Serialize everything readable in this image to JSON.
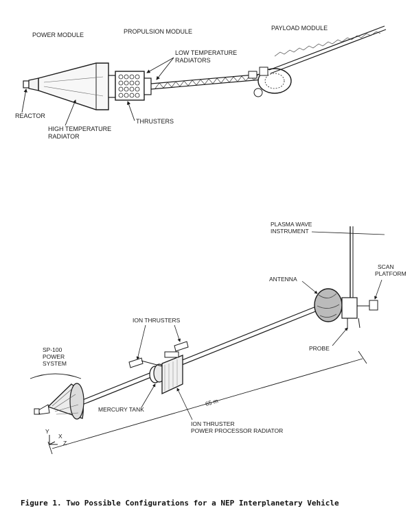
{
  "top_diagram": {
    "module_labels": [
      "POWER MODULE",
      "PROPULSION MODULE",
      "PAYLOAD MODULE"
    ],
    "low_temp_radiators": [
      "LOW TEMPERATURE",
      "RADIATORS"
    ],
    "reactor": "REACTOR",
    "high_temp_radiator": [
      "HIGH TEMPERATURE",
      "RADIATOR"
    ],
    "thrusters": "THRUSTERS"
  },
  "bottom_diagram": {
    "plasma_wave": [
      "PLASMA WAVE",
      "INSTRUMENT"
    ],
    "scan_platform": [
      "SCAN",
      "PLATFORM"
    ],
    "antenna": "ANTENNA",
    "ion_thrusters": "ION THRUSTERS",
    "sp100": [
      "SP-100",
      "POWER",
      "SYSTEM"
    ],
    "probe": "PROBE",
    "mercury_tank": "MERCURY TANK",
    "length": "65 m",
    "ion_thruster_radiator": [
      "ION THRUSTER",
      "POWER PROCESSOR RADIATOR"
    ],
    "axis_y": "Y",
    "axis_x": "X",
    "axis_z": "Z"
  },
  "caption": "Figure 1.  Two Possible Configurations for a NEP Interplanetary Vehicle"
}
